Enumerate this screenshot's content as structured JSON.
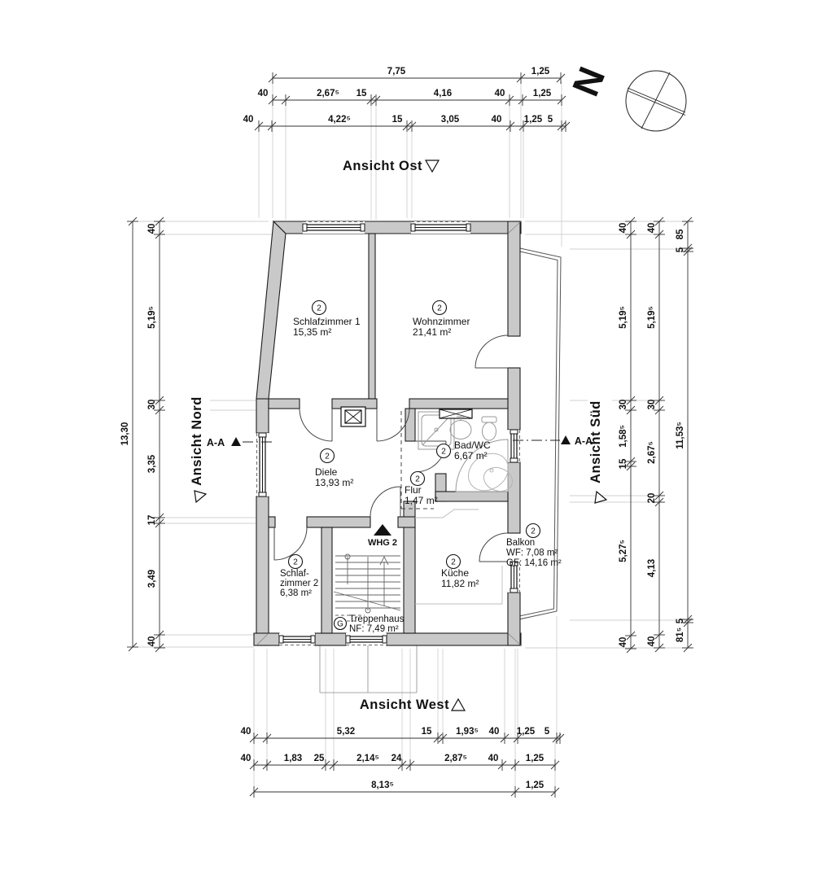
{
  "north_letter": "N",
  "views": {
    "ost": "Ansicht Ost",
    "west": "Ansicht West",
    "nord": "Ansicht Nord",
    "sued": "Ansicht Süd"
  },
  "section_label": "A-A",
  "entrance_label": "WHG 2",
  "rooms": [
    {
      "id": "schlafzimmer1",
      "badge": "2",
      "lines": [
        "Schlafzimmer 1",
        "15,35 m²"
      ]
    },
    {
      "id": "wohnzimmer",
      "badge": "2",
      "lines": [
        "Wohnzimmer",
        "21,41 m²"
      ]
    },
    {
      "id": "diele",
      "badge": "2",
      "lines": [
        "Diele",
        "13,93 m²"
      ]
    },
    {
      "id": "badwc",
      "badge": "2",
      "lines": [
        "Bad/WC",
        "6,67 m²"
      ]
    },
    {
      "id": "flur",
      "badge": "2",
      "lines": [
        "Flur",
        "1,47 m²"
      ]
    },
    {
      "id": "schlafzimmer2",
      "badge": "2",
      "lines": [
        "Schlaf-",
        "zimmer 2",
        "6,38 m²"
      ]
    },
    {
      "id": "kueche",
      "badge": "2",
      "lines": [
        "Küche",
        "11,82 m²"
      ]
    },
    {
      "id": "treppenhaus",
      "badge": "G",
      "lines": [
        "Treppenhaus",
        "NF: 7,49 m²"
      ]
    },
    {
      "id": "balkon",
      "badge": "2",
      "lines": [
        "Balkon",
        "WF: 7,08 m²",
        "GF: 14,16 m²"
      ]
    }
  ],
  "dims": {
    "top": {
      "row1": [
        "7,75",
        "1,25"
      ],
      "row2": [
        "40",
        "2,67⁵",
        "15",
        "4,16",
        "40",
        "1,25"
      ],
      "row3": [
        "40",
        "4,22⁵",
        "15",
        "3,05",
        "40",
        "1,25",
        "5"
      ]
    },
    "bottom": {
      "row1": [
        "40",
        "5,32",
        "15",
        "1,93⁵",
        "40",
        "1,25",
        "5"
      ],
      "row2": [
        "40",
        "1,83",
        "25",
        "2,14⁵",
        "24",
        "2,87⁵",
        "40",
        "1,25"
      ],
      "row3": [
        "8,13⁵",
        "1,25"
      ]
    },
    "left": {
      "outer": [
        "13,30"
      ],
      "inner": [
        "40",
        "5,19⁵",
        "30",
        "3,35",
        "17",
        "3,49",
        "40"
      ]
    },
    "right": {
      "col1": [
        "40",
        "5,19⁵",
        "30",
        "1,58⁵",
        "15",
        "5,27⁵",
        "40"
      ],
      "col2": [
        "40",
        "5,19⁵",
        "30",
        "2,67⁵",
        "20",
        "4,13",
        "40"
      ],
      "col3": [
        "85",
        "5",
        "11,53⁵",
        "5",
        "81⁵"
      ]
    }
  },
  "colors": {
    "wall_fill": "#c9c9c9",
    "line": "#1a1a1a"
  }
}
